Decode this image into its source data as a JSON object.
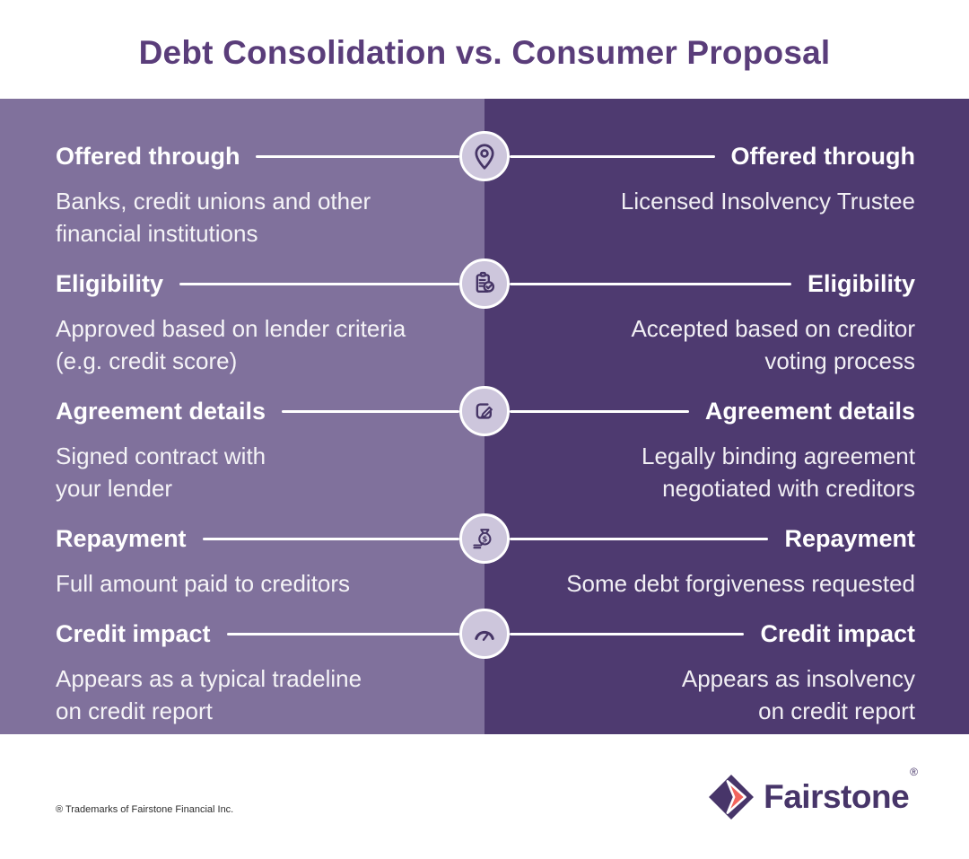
{
  "header": {
    "title": "Debt Consolidation vs. Consumer Proposal"
  },
  "rows": [
    {
      "label": "Offered through",
      "icon": "map-pin-icon",
      "left_description": "Banks, credit unions and other\nfinancial institutions",
      "right_description": "Licensed Insolvency Trustee"
    },
    {
      "label": "Eligibility",
      "icon": "clipboard-check-icon",
      "left_description": "Approved based on lender criteria\n(e.g. credit score)",
      "right_description": "Accepted based on creditor\nvoting process"
    },
    {
      "label": "Agreement details",
      "icon": "pen-signature-icon",
      "left_description": "Signed contract with\nyour lender",
      "right_description": "Legally binding agreement\nnegotiated with creditors"
    },
    {
      "label": "Repayment",
      "icon": "money-bag-icon",
      "left_description": "Full amount paid to creditors",
      "right_description": "Some debt forgiveness requested"
    },
    {
      "label": "Credit impact",
      "icon": "gauge-icon",
      "left_description": "Appears as a typical tradeline\non credit report",
      "right_description": "Appears as insolvency\non credit report"
    }
  ],
  "footer": {
    "trademark": "® Trademarks of Fairstone Financial Inc.",
    "brand_name": "Fairstone",
    "registered_symbol": "®"
  },
  "colors": {
    "left_panel": "#80719c",
    "right_panel": "#4e3a70",
    "title_purple": "#5a3d7a",
    "circle_fill": "#cdc6dc",
    "icon_stroke": "#463566",
    "coral": "#f2645c",
    "brand_purple": "#473569"
  }
}
